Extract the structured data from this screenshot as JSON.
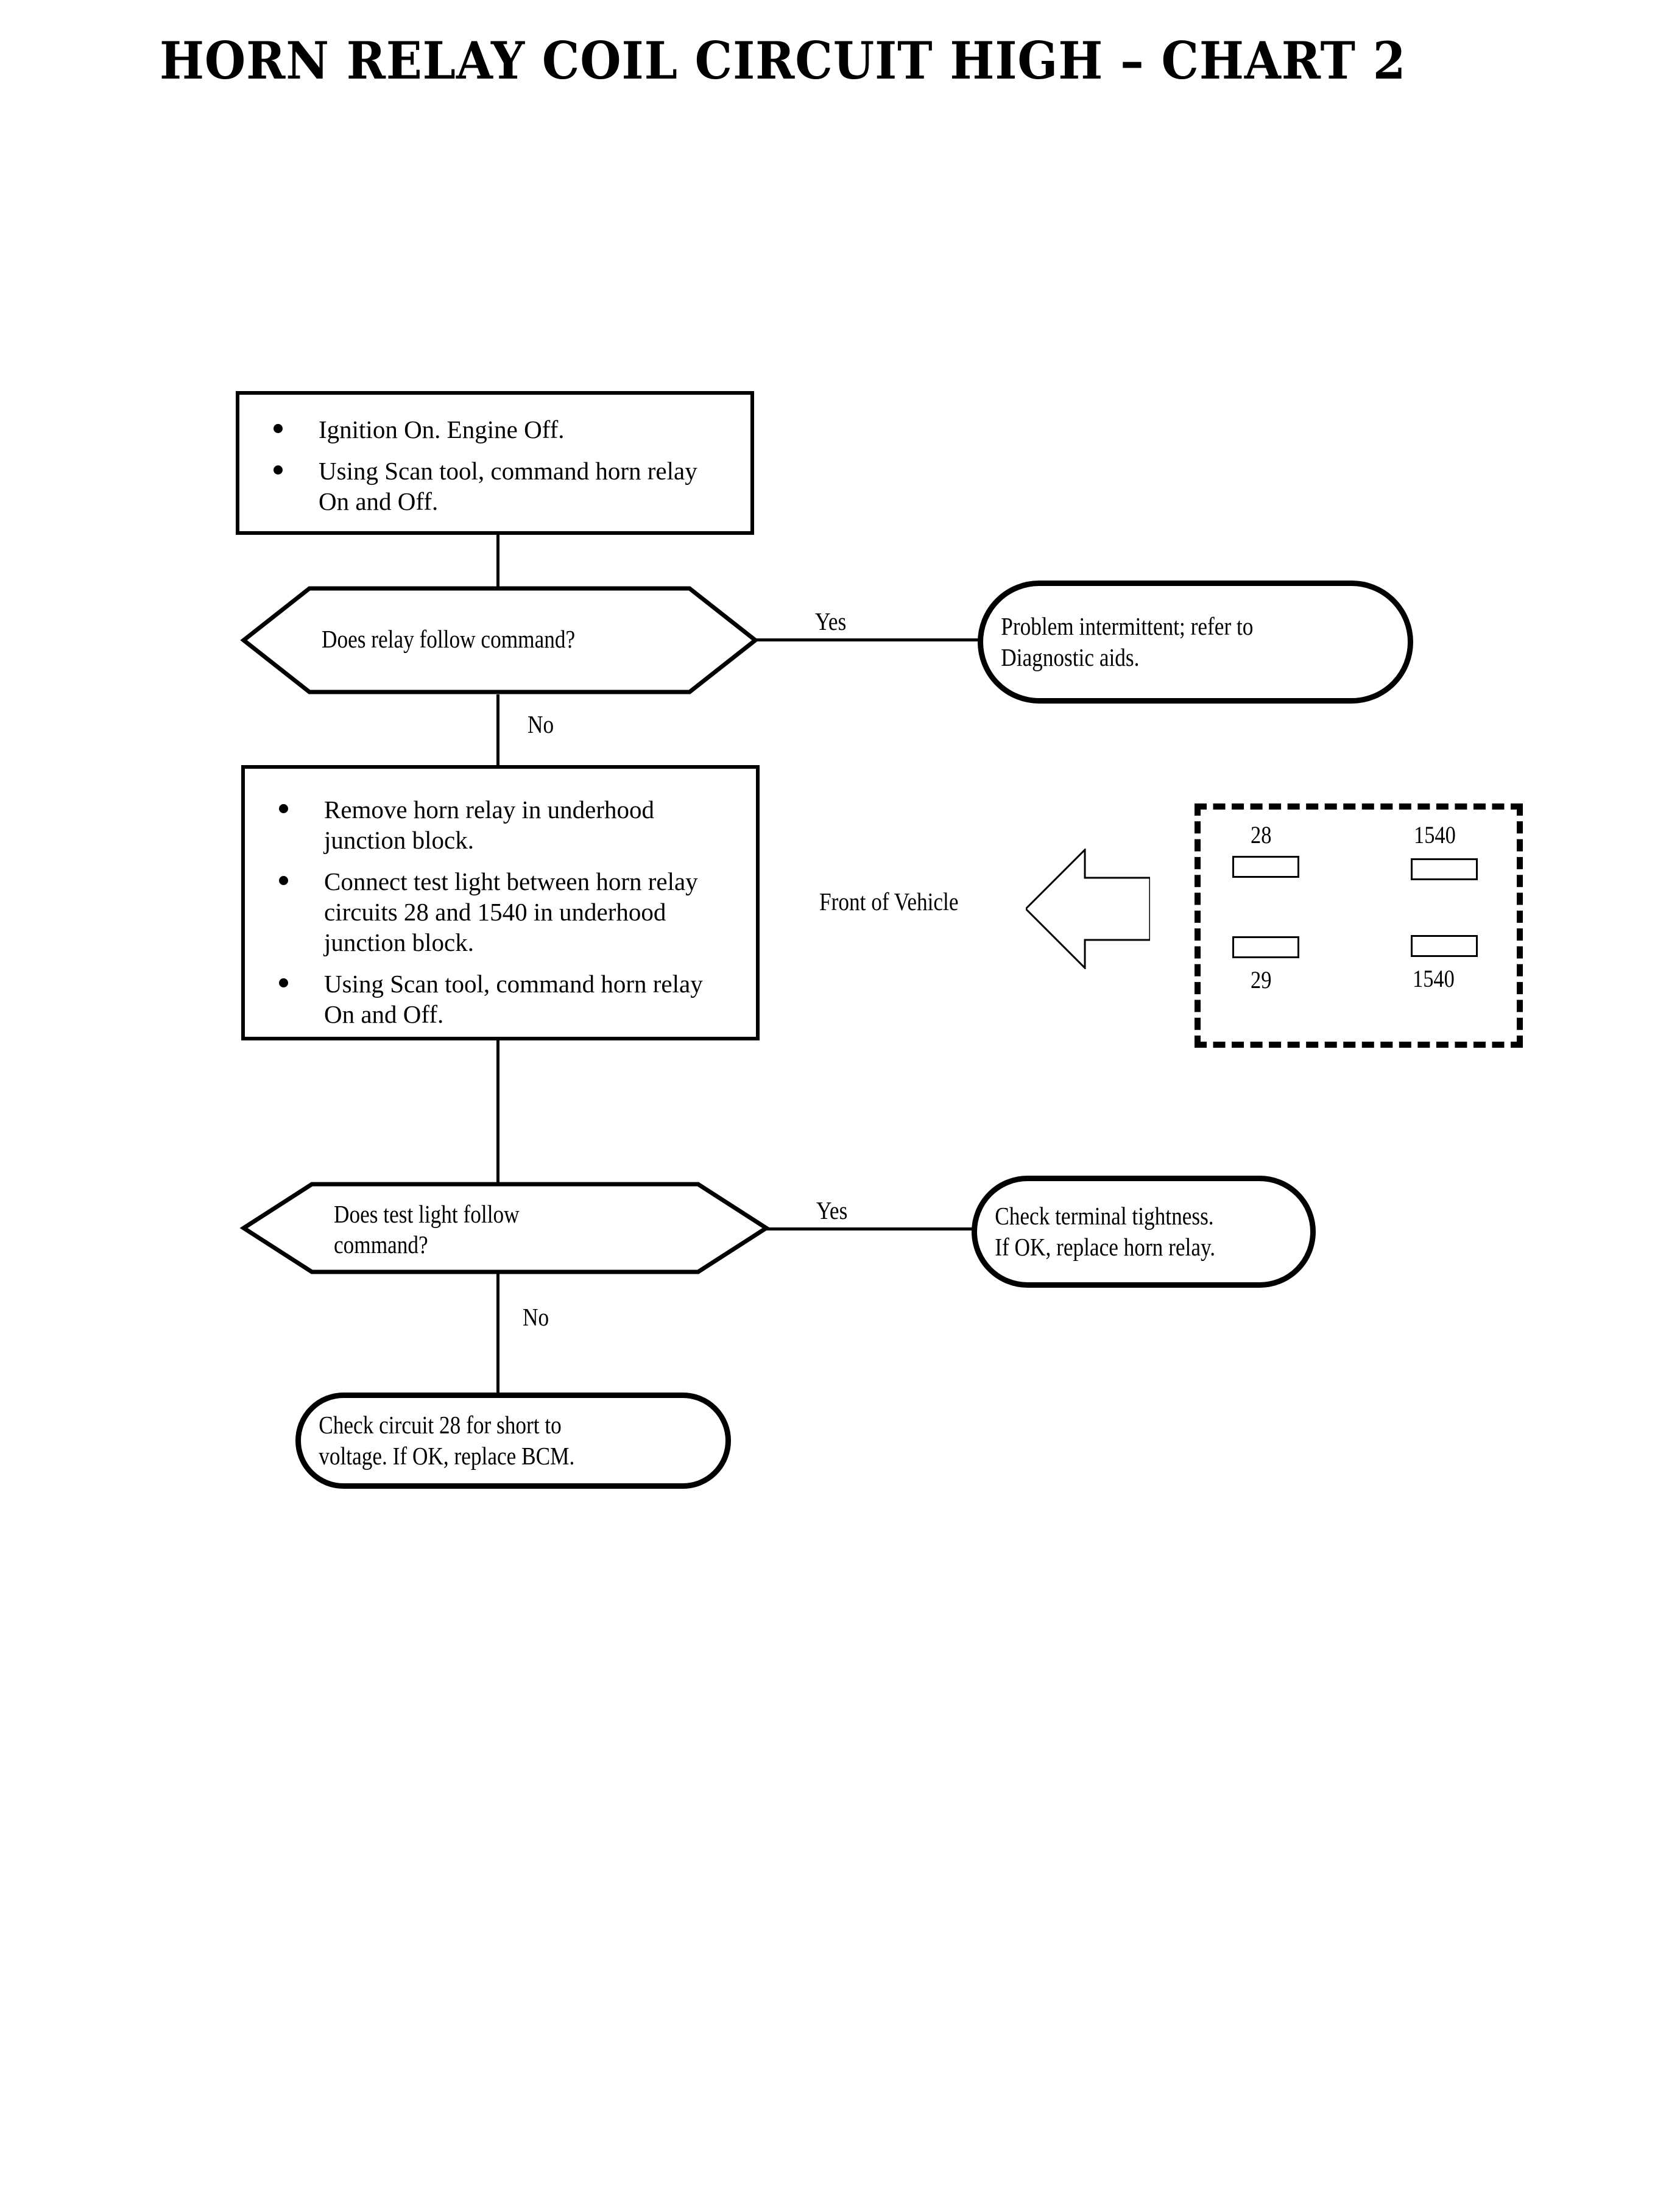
{
  "title": "HORN RELAY COIL CIRCUIT HIGH – CHART 2",
  "nodes": {
    "step1": {
      "type": "process",
      "bullets": [
        "Ignition On. Engine Off.",
        "Using Scan tool, command horn relay\nOn and Off."
      ]
    },
    "decision1": {
      "type": "decision",
      "text": "Does relay follow command?"
    },
    "terminal1": {
      "type": "terminal",
      "text": "Problem intermittent; refer to\nDiagnostic aids."
    },
    "step2": {
      "type": "process",
      "bullets": [
        "Remove horn relay in underhood\njunction block.",
        "Connect test light between horn relay\ncircuits 28 and 1540 in underhood\njunction block.",
        "Using Scan tool, command horn relay\nOn and Off."
      ]
    },
    "decision2": {
      "type": "decision",
      "text": "Does test light follow\ncommand?"
    },
    "terminal2": {
      "type": "terminal",
      "text": "Check terminal tightness.\nIf OK, replace horn relay."
    },
    "terminal3": {
      "type": "terminal",
      "text": "Check circuit 28 for short to\nvoltage. If OK, replace BCM."
    }
  },
  "edges": {
    "d1_yes": "Yes",
    "d1_no": "No",
    "d2_yes": "Yes",
    "d2_no": "No"
  },
  "connector": {
    "caption": "Front of Vehicle",
    "terminals": [
      {
        "label": "28",
        "position": "top-left"
      },
      {
        "label": "1540",
        "position": "top-right"
      },
      {
        "label": "29",
        "position": "bottom-left"
      },
      {
        "label": "1540",
        "position": "bottom-right"
      }
    ]
  },
  "colors": {
    "ink": "#000000",
    "paper": "#ffffff"
  }
}
